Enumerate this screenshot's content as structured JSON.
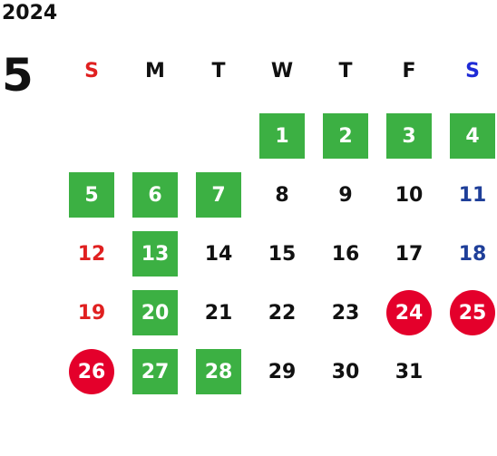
{
  "year": "2024",
  "month": "5",
  "weekdays": [
    {
      "label": "S",
      "color": "#e02020"
    },
    {
      "label": "M",
      "color": "#111111"
    },
    {
      "label": "T",
      "color": "#111111"
    },
    {
      "label": "W",
      "color": "#111111"
    },
    {
      "label": "T",
      "color": "#111111"
    },
    {
      "label": "F",
      "color": "#111111"
    },
    {
      "label": "S",
      "color": "#1f2bd6"
    }
  ],
  "colors": {
    "green_highlight": "#3cb043",
    "red_circle": "#e4002b",
    "sunday": "#e02020",
    "saturday": "#1f3f99"
  },
  "days": [
    {
      "day": "1",
      "mark": "green"
    },
    {
      "day": "2",
      "mark": "green"
    },
    {
      "day": "3",
      "mark": "green"
    },
    {
      "day": "4",
      "mark": "green"
    },
    {
      "day": "5",
      "mark": "green"
    },
    {
      "day": "6",
      "mark": "green"
    },
    {
      "day": "7",
      "mark": "green"
    },
    {
      "day": "8",
      "mark": ""
    },
    {
      "day": "9",
      "mark": ""
    },
    {
      "day": "10",
      "mark": ""
    },
    {
      "day": "11",
      "mark": "sat"
    },
    {
      "day": "12",
      "mark": "sun"
    },
    {
      "day": "13",
      "mark": "green"
    },
    {
      "day": "14",
      "mark": ""
    },
    {
      "day": "15",
      "mark": ""
    },
    {
      "day": "16",
      "mark": ""
    },
    {
      "day": "17",
      "mark": ""
    },
    {
      "day": "18",
      "mark": "sat"
    },
    {
      "day": "19",
      "mark": "sun"
    },
    {
      "day": "20",
      "mark": "green"
    },
    {
      "day": "21",
      "mark": ""
    },
    {
      "day": "22",
      "mark": ""
    },
    {
      "day": "23",
      "mark": ""
    },
    {
      "day": "24",
      "mark": "circle"
    },
    {
      "day": "25",
      "mark": "circle"
    },
    {
      "day": "26",
      "mark": "circle"
    },
    {
      "day": "27",
      "mark": "green"
    },
    {
      "day": "28",
      "mark": "green"
    },
    {
      "day": "29",
      "mark": ""
    },
    {
      "day": "30",
      "mark": ""
    },
    {
      "day": "31",
      "mark": ""
    }
  ]
}
